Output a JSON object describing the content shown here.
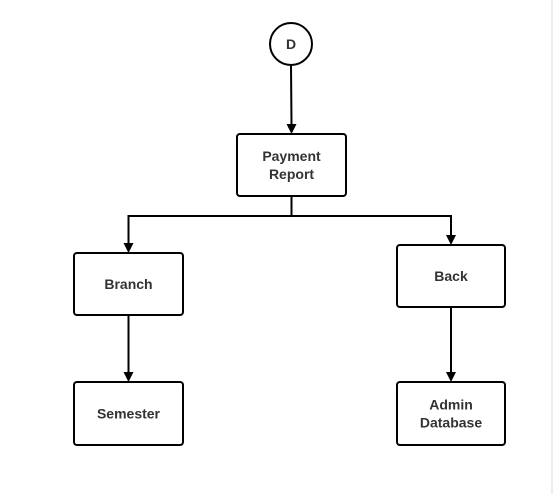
{
  "diagram": {
    "nodes": [
      {
        "id": "connector-d",
        "shape": "circle",
        "lines": [
          "D"
        ]
      },
      {
        "id": "payment-report",
        "shape": "box",
        "lines": [
          "Payment",
          "Report"
        ]
      },
      {
        "id": "branch",
        "shape": "box",
        "lines": [
          "Branch"
        ]
      },
      {
        "id": "back",
        "shape": "box",
        "lines": [
          "Back"
        ]
      },
      {
        "id": "semester",
        "shape": "box",
        "lines": [
          "Semester"
        ]
      },
      {
        "id": "admin-database",
        "shape": "box",
        "lines": [
          "Admin",
          "Database"
        ]
      }
    ],
    "edges": [
      {
        "from": "connector-d",
        "to": "payment-report"
      },
      {
        "from": "payment-report",
        "to": "branch"
      },
      {
        "from": "payment-report",
        "to": "back"
      },
      {
        "from": "branch",
        "to": "semester"
      },
      {
        "from": "back",
        "to": "admin-database"
      }
    ],
    "colors": {
      "stroke": "#000000",
      "text": "#333333",
      "background": "#ffffff"
    }
  }
}
